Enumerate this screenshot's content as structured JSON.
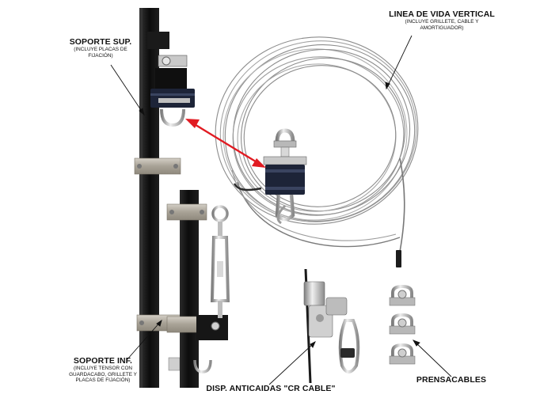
{
  "labels": {
    "soporte_sup": {
      "title": "SOPORTE SUP.",
      "sub": "(INCLUYE PLACAS DE FIJACIÓN)"
    },
    "linea_vida": {
      "title": "LINEA DE VIDA VERTICAL",
      "sub": "(INCLUYE GRILLETE, CABLE Y AMORTIGUADOR)"
    },
    "soporte_inf": {
      "title": "SOPORTE INF.",
      "sub": "(INCLUYE TENSOR CON GUARDACABO, GRILLETE Y PLACAS DE FIJACIÓN)"
    },
    "anticaidas": {
      "title": "DISP. ANTICAIDAS  \"CR CABLE\""
    },
    "prensacables": {
      "title": "PRENSACABLES"
    }
  },
  "colors": {
    "steel_black": "#141414",
    "plate": "#b8b2a6",
    "cable": "#8c8c8c",
    "arrow_red": "#e11b22",
    "navy_block": "#1d2438",
    "chrome": "#c8c8c8"
  }
}
